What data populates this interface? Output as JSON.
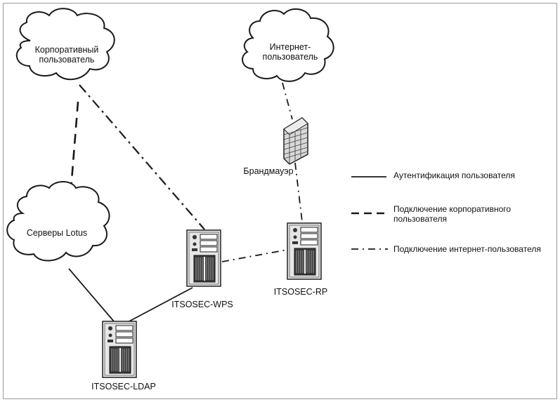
{
  "nodes": {
    "corporate_user": {
      "label": "Корпоративный пользователь"
    },
    "internet_user": {
      "label": "Интернет-пользователь"
    },
    "lotus_servers": {
      "label": "Серверы Lotus"
    },
    "firewall": {
      "label": "Брандмауэр"
    },
    "wps_server": {
      "label": "ITSOSEC-WPS"
    },
    "rp_server": {
      "label": "ITSOSEC-RP"
    },
    "ldap_server": {
      "label": "ITSOSEC-LDAP"
    }
  },
  "legend": {
    "items": [
      {
        "style": "solid",
        "label": "Аутентификация пользователя"
      },
      {
        "style": "dashed",
        "label": "Подключение корпоративного пользователя"
      },
      {
        "style": "dash-dot",
        "label": "Подключение интернет-пользователя"
      }
    ]
  },
  "colors": {
    "line": "#1a1a1a",
    "frame": "#9a9a9a",
    "server_body": "#e8e8e8",
    "wall": "#d8d8d8"
  },
  "icons": {
    "clouds": "cloud-icon",
    "servers": "tower-server-icon",
    "firewall": "brick-wall-icon"
  }
}
